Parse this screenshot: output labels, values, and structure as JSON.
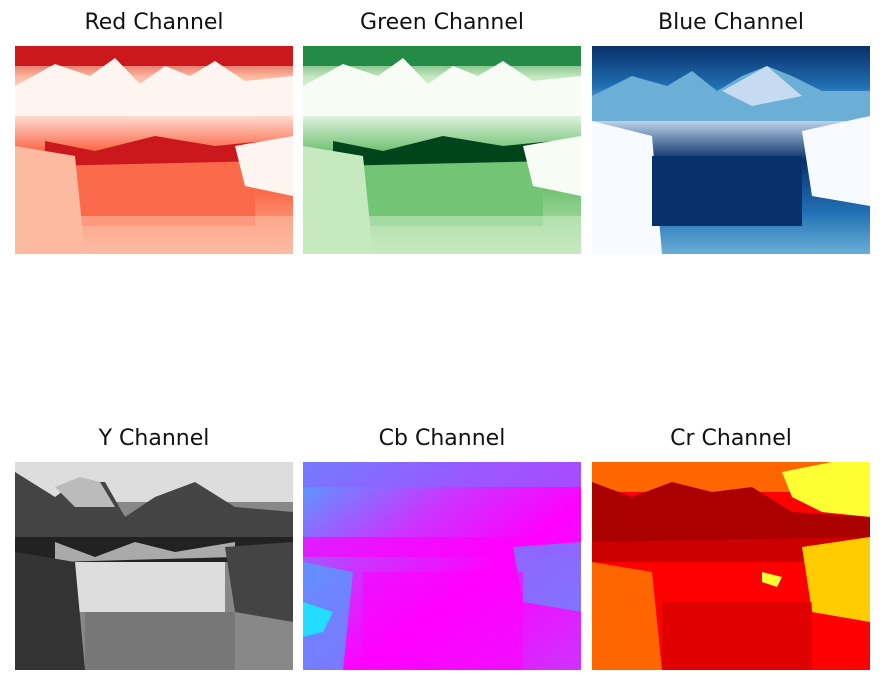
{
  "panels": [
    {
      "title": "Red Channel",
      "colormap": [
        "#fff5f0",
        "#fcbba1",
        "#fb6a4a",
        "#cb181d",
        "#67000d"
      ]
    },
    {
      "title": "Green Channel",
      "colormap": [
        "#f7fcf5",
        "#c7e9c0",
        "#74c476",
        "#238b45",
        "#00441b"
      ]
    },
    {
      "title": "Blue Channel",
      "colormap": [
        "#f7fbff",
        "#c6dbef",
        "#6baed6",
        "#2171b5",
        "#08306b"
      ]
    },
    {
      "title": "Y Channel",
      "colormap": [
        "#111111",
        "#555555",
        "#999999",
        "#dddddd"
      ]
    },
    {
      "title": "Cb Channel",
      "colormap": [
        "#ff00ff",
        "#cc33ff",
        "#8866ff",
        "#44aaff",
        "#22ddff"
      ]
    },
    {
      "title": "Cr Channel",
      "colormap": [
        "#aa0000",
        "#ff0000",
        "#ff6600",
        "#ffcc00",
        "#ffff33"
      ]
    }
  ]
}
